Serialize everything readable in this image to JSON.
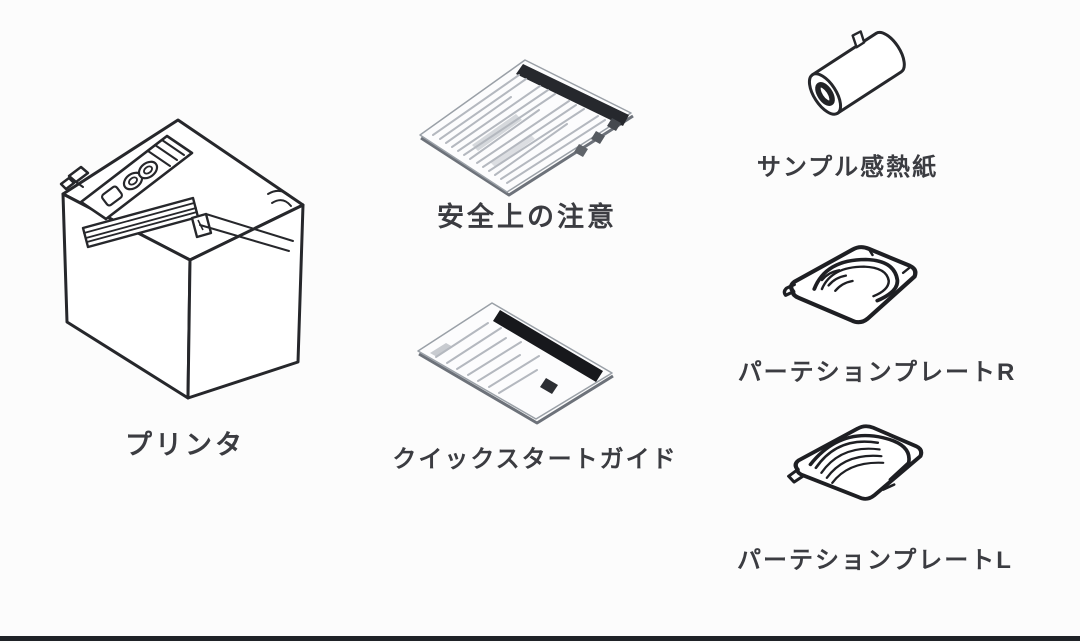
{
  "diagram": {
    "type": "printer-package-contents",
    "items": [
      {
        "id": "printer",
        "label": "プリンタ"
      },
      {
        "id": "safety-sheet",
        "label": "安全上の注意"
      },
      {
        "id": "quick-start-guide",
        "label": "クイックスタートガイド"
      },
      {
        "id": "sample-thermal-paper",
        "label": "サンプル感熱紙"
      },
      {
        "id": "partition-plate-r",
        "label": "パーテションプレートR"
      },
      {
        "id": "partition-plate-l",
        "label": "パーテションプレートL"
      }
    ],
    "colors": {
      "background": "#fcfcfc",
      "line_art": "#26272b",
      "label_text": "#3b3c41",
      "document_band": "#1b1c20",
      "footer_bar": "#1f2227"
    }
  }
}
